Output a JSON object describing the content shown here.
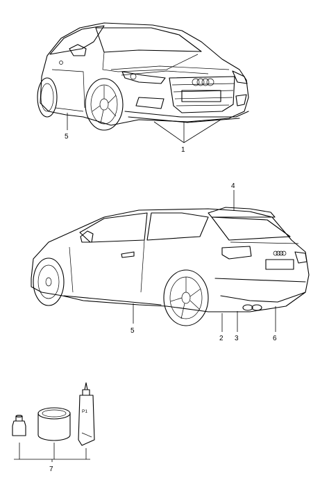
{
  "diagram": {
    "callouts": {
      "c1": "1",
      "c2": "2",
      "c3": "3",
      "c4": "4",
      "c5a": "5",
      "c5b": "5",
      "c6": "6",
      "c7": "7"
    },
    "tube_label": "P1"
  }
}
